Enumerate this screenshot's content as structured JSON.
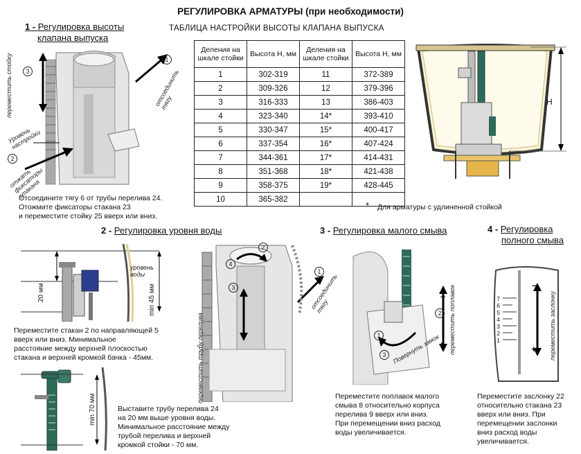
{
  "title": "РЕГУЛИРОВКА АРМАТУРЫ (при необходимости)",
  "table_title": "ТАБЛИЦА НАСТРОЙКИ ВЫСОТЫ КЛАПАНА ВЫПУСКА",
  "section1": {
    "num": "1 - ",
    "title_line1": "Регулировка высоты",
    "title_line2": "клапана выпуска",
    "note": "Отсоедините тягу 6 от трубы перелива 24.\nОтожмите фиксаторы стакана 23\nи переместите стойку 25 вверх или вниз.",
    "labels": {
      "c3": "3",
      "move_stand": "переместить стойку",
      "c1": "1",
      "disconnect": "отсоединить тягу",
      "level": "Уровень настройки",
      "c2": "2",
      "press": "отжать фиксаторы стакана"
    }
  },
  "table": {
    "headers": [
      "Деления на шкале стойки",
      "Высота Н, мм",
      "Деления на шкале стойки",
      "Высота Н, мм"
    ],
    "rows": [
      [
        "1",
        "302-319",
        "11",
        "372-389"
      ],
      [
        "2",
        "309-326",
        "12",
        "379-396"
      ],
      [
        "3",
        "316-333",
        "13",
        "386-403"
      ],
      [
        "4",
        "323-340",
        "14*",
        "393-410"
      ],
      [
        "5",
        "330-347",
        "15*",
        "400-417"
      ],
      [
        "6",
        "337-354",
        "16*",
        "407-424"
      ],
      [
        "7",
        "344-361",
        "17*",
        "414-431"
      ],
      [
        "8",
        "351-368",
        "18*",
        "421-438"
      ],
      [
        "9",
        "358-375",
        "19*",
        "428-445"
      ],
      [
        "10",
        "365-382",
        "",
        ""
      ]
    ],
    "footnote_mark": "*",
    "footnote": "Для арматуры с удлиненной стойкой"
  },
  "tank": {
    "h_label": "H"
  },
  "section2": {
    "num": "2 - ",
    "title": "Регулировка уровня воды",
    "note1": "Переместите стакан 2 по направляющей 5\nвверх или вниз.  Минимальное\nрасстояние между верхней плоскостью\nстакана и верхней кромкой бачка - 45мм.",
    "note2": "Выставите трубу перелива 24\nна 20 мм выше уровня воды.\nМинимальное расстояние между\nтрубой перелива и верхней\nкромкой стойки  - 70 мм.",
    "labels": {
      "mm20": "20 мм",
      "min45": "min 45 мм",
      "water_level": "уровень воды",
      "min70": "min 70 мм",
      "c1": "1",
      "disconnect": "отсоединить тягу",
      "c2": "2",
      "c3": "3",
      "c4": "4",
      "move_pipe": "переместить трубу перелива"
    }
  },
  "section3": {
    "num": "3 - ",
    "title": "Регулировка малого смыва",
    "note": "Переместите поплавок малого\nсмыва 8 относительно корпуса\nперелива 9 вверх или вниз.\nПри перемещении вниз расход\nводы увеличивается.",
    "labels": {
      "minus": "–",
      "plus": "+",
      "move_float": "переместить поплавок",
      "c2": "2",
      "c1": "1",
      "c3": "3",
      "rotate_lock": "Повернуть замок"
    }
  },
  "section4": {
    "num": "4 - ",
    "title_line1": "Регулировка",
    "title_line2": "полного смыва",
    "note": "Переместите заслонку 22\nотносительно стакана 23\nвверх или вниз. При\nперемещении заслонки\nвниз расход воды\nувеличивается.",
    "labels": {
      "minus": "–",
      "plus": "+",
      "move_flap": "переместить заслонку",
      "scale": [
        "7",
        "6",
        "5",
        "4",
        "3",
        "2",
        "1"
      ]
    }
  }
}
